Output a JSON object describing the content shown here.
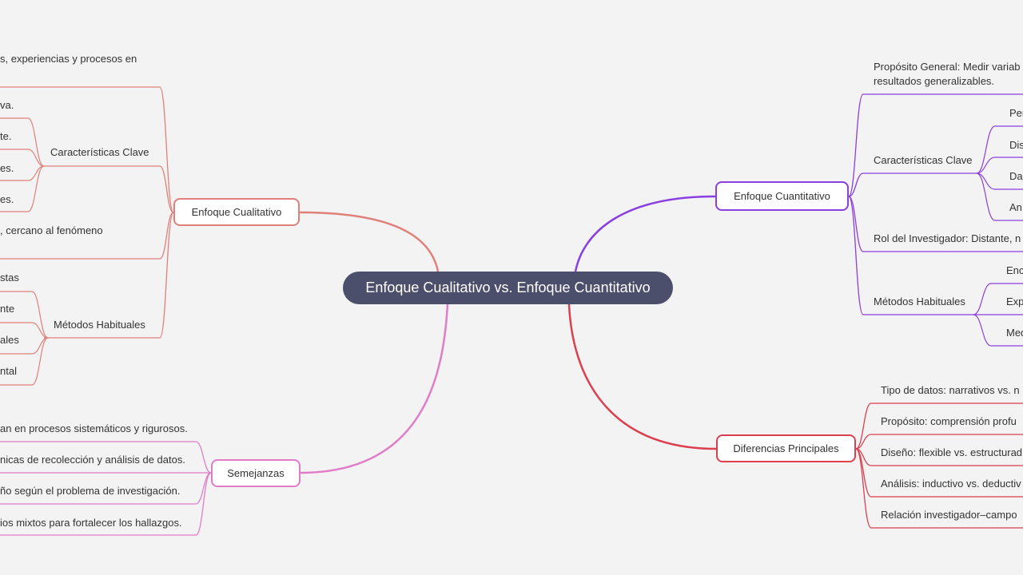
{
  "root": {
    "label": "Enfoque Cualitativo vs. Enfoque Cuantitativo"
  },
  "colors": {
    "qual": "#e0807a",
    "quant": "#8a3fe0",
    "sim": "#e07cc8",
    "diff": "#dc3f4e",
    "root_bg": "#4b4f6b"
  },
  "qual": {
    "label": "Enfoque Cualitativo",
    "purpose": "s, experiencias y procesos en",
    "characteristics": {
      "label": "Características Clave",
      "items": [
        "va.",
        "te.",
        "es.",
        "es."
      ]
    },
    "role": ", cercano al fenómeno",
    "methods": {
      "label": "Métodos Habituales",
      "items": [
        "stas",
        "nte",
        "ales",
        "ntal"
      ]
    }
  },
  "quant": {
    "label": "Enfoque Cuantitativo",
    "purpose": "Propósito General: Medir variab resultados generalizables.",
    "characteristics": {
      "label": "Características Clave",
      "items": [
        "Per",
        "Dis",
        "Da",
        "An"
      ]
    },
    "role": "Rol del Investigador: Distante, n",
    "methods": {
      "label": "Métodos Habituales",
      "items": [
        "Enc",
        "Exp",
        "Med"
      ]
    }
  },
  "similarities": {
    "label": "Semejanzas",
    "items": [
      "an en procesos sistemáticos y rigurosos.",
      "nicas de recolección y análisis de datos.",
      "ño según el problema de investigación.",
      "ios mixtos para fortalecer los hallazgos."
    ]
  },
  "differences": {
    "label": "Diferencias Principales",
    "items": [
      "Tipo de datos: narrativos vs. n",
      "Propósito: comprensión profu",
      "Diseño: flexible vs. estructurad",
      "Análisis: inductivo vs. deductiv",
      "Relación investigador–campo"
    ]
  }
}
